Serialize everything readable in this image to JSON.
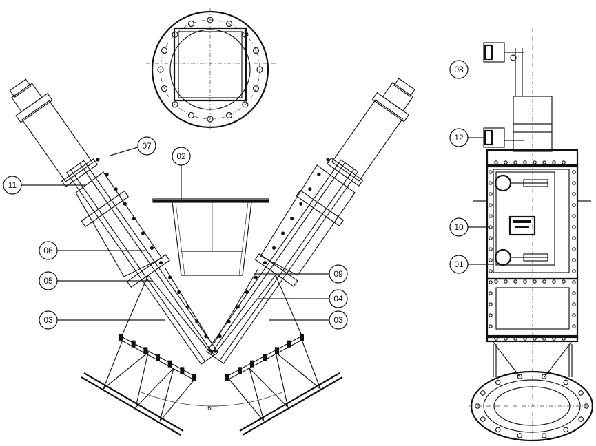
{
  "callouts": {
    "c01": "01",
    "c02": "02",
    "c03_left": "03",
    "c03_right": "03",
    "c04": "04",
    "c05": "05",
    "c06": "06",
    "c07": "07",
    "c08": "08",
    "c09": "09",
    "c10": "10",
    "c11": "11",
    "c12": "12"
  },
  "angle_label": "60°"
}
